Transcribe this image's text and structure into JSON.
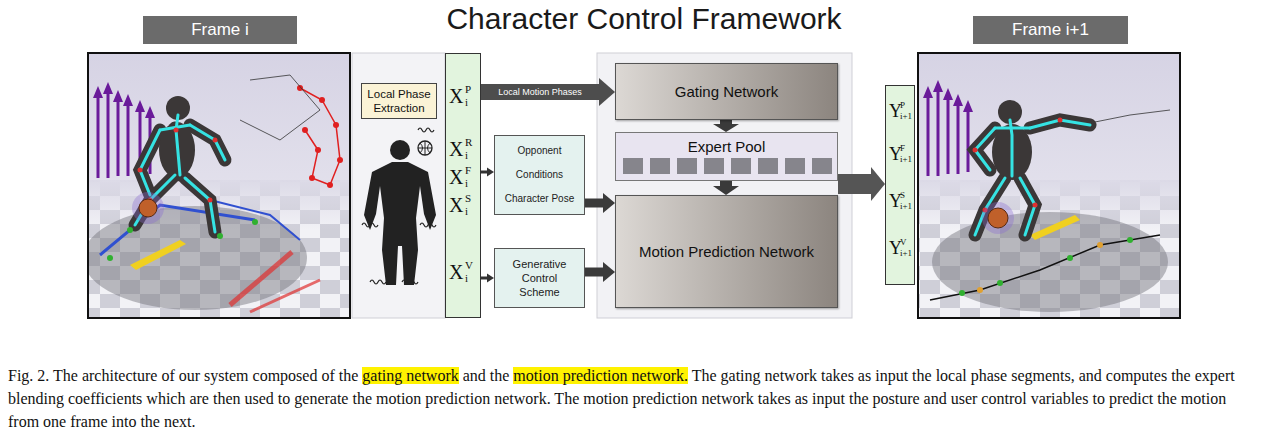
{
  "diagram": {
    "title": "Character Control Framework",
    "caption": "Fig. 2. The architecture of our system composed of the gating network and the motion prediction network. The gating network takes as input the local phase segments, and computes the expert blending coefficients which are then used to generate the motion prediction network. The motion prediction network takes as input the posture and user control variables to predict the motion from one frame into the next.",
    "nodes": [
      {
        "text": [
          "Frame i"
        ]
      },
      {
        "text": [
          "Frame i+1"
        ]
      },
      {
        "text": [
          "Local Phase Extraction"
        ]
      },
      {
        "text": [
          "X",
          "i",
          "P",
          "X",
          "i",
          "R",
          "X",
          "i",
          "F",
          "X",
          "i",
          "S",
          "X",
          "i",
          "V"
        ]
      },
      {
        "text": [
          "Opponent Conditions",
          "Character Pose"
        ]
      },
      {
        "text": [
          "Generative Control Scheme"
        ]
      },
      {
        "text": [
          "Gating Network"
        ]
      },
      {
        "text": [
          "Expert Pool"
        ]
      },
      {
        "text": [
          "Motion Prediction Network"
        ]
      },
      {
        "text": [
          "Y",
          "i+1",
          "P",
          "Y",
          "i+1",
          "F",
          "Y",
          "i+1",
          "S",
          "Y",
          "i+1",
          "V"
        ]
      }
    ],
    "edges": [
      {
        "from": 3,
        "to": 6,
        "label": "Local Motion Phases",
        "arrow": "to"
      },
      {
        "from": 3,
        "to": 4,
        "arrow": "to"
      },
      {
        "from": 3,
        "to": 5,
        "arrow": "to"
      },
      {
        "from": 6,
        "to": 7,
        "arrow": "to"
      },
      {
        "from": 7,
        "to": 8,
        "arrow": "to"
      },
      {
        "from": 4,
        "to": 8,
        "arrow": "to"
      },
      {
        "from": 5,
        "to": 8,
        "arrow": "to"
      },
      {
        "from": 8,
        "to": 9,
        "arrow": "to"
      }
    ]
  }
}
